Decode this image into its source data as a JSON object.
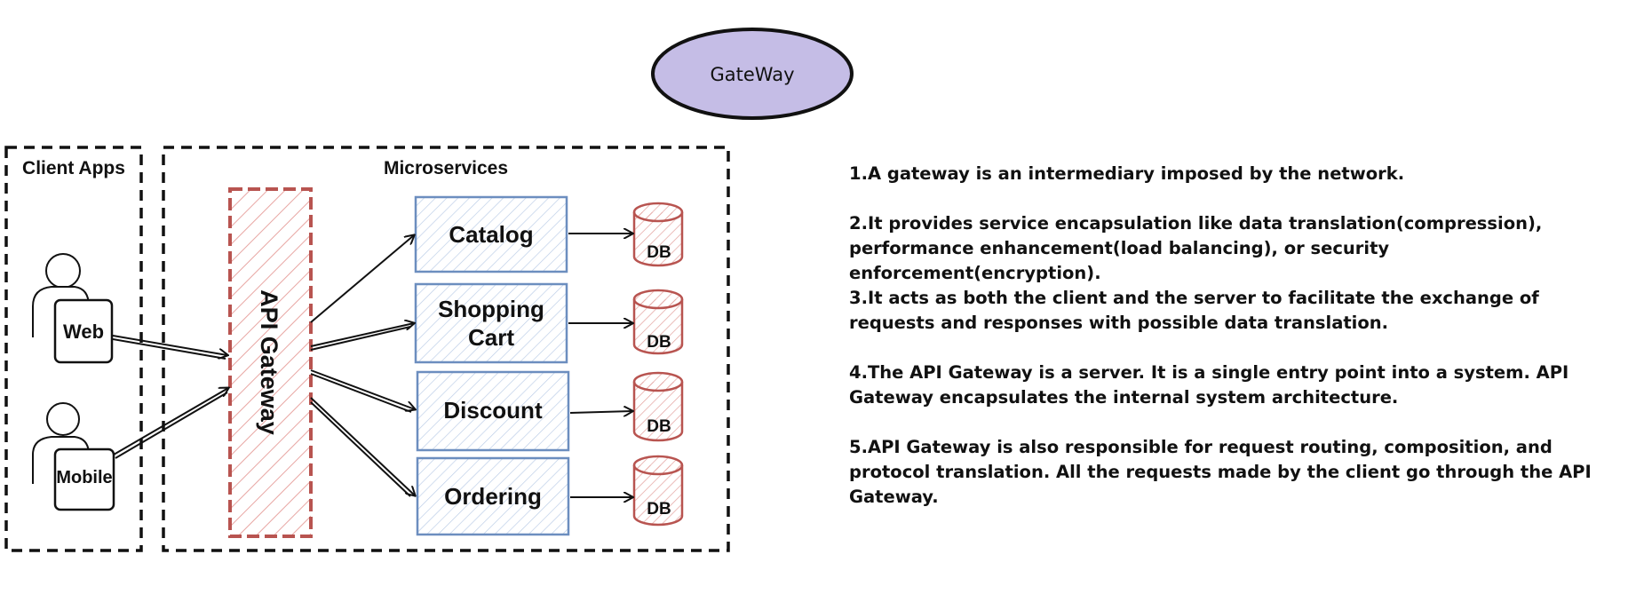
{
  "gateway_title": "GateWay",
  "client_apps": {
    "label": "Client Apps",
    "clients": [
      {
        "label": "Web"
      },
      {
        "label": "Mobile"
      }
    ]
  },
  "microservices": {
    "label": "Microservices",
    "api_gateway_label": "API Gateway",
    "services": [
      {
        "label": "Catalog",
        "db": "DB"
      },
      {
        "label_lines": [
          "Shopping",
          "Cart"
        ],
        "db": "DB"
      },
      {
        "label": "Discount",
        "db": "DB"
      },
      {
        "label": "Ordering",
        "db": "DB"
      }
    ]
  },
  "colors": {
    "gateway_ellipse_fill": "#c5bde6",
    "api_gateway_stroke": "#b85450",
    "service_stroke": "#6c8ebf",
    "db_stroke": "#b85450"
  },
  "notes": [
    "1.A gateway is an intermediary imposed by the network.",
    "2.It provides service encapsulation like data translation(compression), performance enhancement(load balancing), or security enforcement(encryption).",
    "3.It acts as both the client and the server to facilitate the exchange of requests and responses with possible data translation.",
    "4.The API Gateway is a server. It is a single entry point into a system. API Gateway encapsulates the internal system architecture.",
    "5.API Gateway is also responsible for request routing, composition, and protocol translation. All the requests made by the client go through the API Gateway."
  ]
}
